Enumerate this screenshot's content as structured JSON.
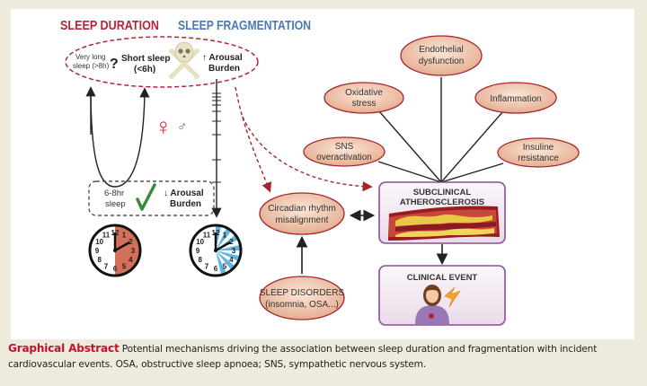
{
  "headings": {
    "sleep_duration": "SLEEP DURATION",
    "sleep_fragmentation": "SLEEP FRAGMENTATION"
  },
  "top_ellipse": {
    "very_long_sleep_line1": "Very long",
    "very_long_sleep_line2": "sleep (>8h)",
    "question_mark": "?",
    "short_sleep_line1": "Short sleep",
    "short_sleep_line2": "(<6h)",
    "arousal_up_line1": "↑ Arousal",
    "arousal_up_line2": "Burden",
    "skull_icon": "skull-and-crossbones"
  },
  "sex_symbols": {
    "female": "♀",
    "male": "♂"
  },
  "healthy_box": {
    "sleep_line1": "6-8hr",
    "sleep_line2": "sleep",
    "check_icon": "check-mark",
    "arousal_down_line1": "↓ Arousal",
    "arousal_down_line2": "Burden"
  },
  "clocks": {
    "duration_clock": {
      "numbers": [
        "12",
        "1",
        "2",
        "3",
        "4",
        "5",
        "6",
        "7",
        "8",
        "9",
        "10",
        "11"
      ],
      "shaded_from_hour": 0,
      "shaded_to_hour": 6
    },
    "fragmentation_clock": {
      "numbers": [
        "12",
        "1",
        "2",
        "3",
        "4",
        "5",
        "6",
        "7",
        "8",
        "9",
        "10",
        "11"
      ],
      "shaded_from_hour": 0,
      "shaded_to_hour": 6,
      "fragmented": true
    }
  },
  "mechanisms": [
    {
      "id": "endothelial",
      "line1": "Endothelial",
      "line2": "dysfunction"
    },
    {
      "id": "oxidative",
      "line1": "Oxidative",
      "line2": "stress"
    },
    {
      "id": "inflammation",
      "line1": "Inflammation",
      "line2": ""
    },
    {
      "id": "sns",
      "line1": "SNS",
      "line2": "overactivation"
    },
    {
      "id": "insulin",
      "line1": "Insuline",
      "line2": "resistance"
    }
  ],
  "circadian": {
    "line1": "Circadian rhythm",
    "line2": "misalignment"
  },
  "sleep_disorders": {
    "line1": "SLEEP DISORDERS",
    "line2": "(insomnia, OSA...)"
  },
  "subclinical": {
    "line1": "SUBCLINICAL",
    "line2": "ATHEROSCLEROSIS",
    "image": "atherosclerotic-artery"
  },
  "clinical": {
    "title": "CLINICAL EVENT",
    "image": "woman-with-chest-pain"
  },
  "caption": {
    "title": "Graphical Abstract",
    "text": " Potential mechanisms driving the association between sleep duration and fragmentation with incident cardiovascular events. OSA, obstructive sleep apnoea; SNS, sympathetic nervous system."
  },
  "colors": {
    "duration_red": "#b0263a",
    "fragmentation_blue": "#4a78b5",
    "dashed_red": "#b0263a",
    "ellipse_fill": "#ecc0a4",
    "ellipse_stroke": "#a3262e",
    "box_stroke": "#8a4d96",
    "box_fill": "#f3eaf3",
    "clock_red": "#d2705a",
    "clock_blue": "#5fb6e0",
    "check_green": "#3b8a3a",
    "caption_title": "#c8102e",
    "page_bg": "#ecebdc"
  }
}
